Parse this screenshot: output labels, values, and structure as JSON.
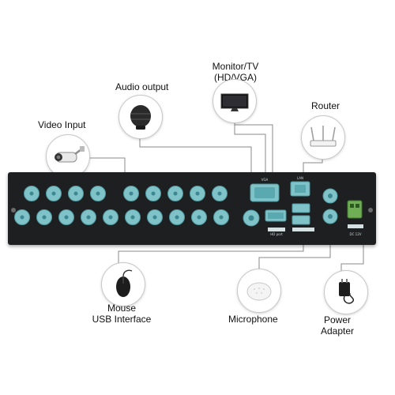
{
  "labels": {
    "video_input": "Video Input",
    "audio_output": "Audio output",
    "monitor_line1": "Monitor/TV",
    "monitor_line2": "(HD/VGA)",
    "router": "Router",
    "mouse_line1": "Mouse",
    "mouse_line2": "USB Interface",
    "microphone": "Microphone",
    "power_line1": "Power",
    "power_line2": "Adapter"
  },
  "panel_text": {
    "hd_port": "HD port",
    "lan": "LAN",
    "vga": "VGA",
    "dc": "DC 12V"
  },
  "icons": [
    "camera-icon",
    "speaker-icon",
    "monitor-icon",
    "router-icon",
    "mouse-icon",
    "microphone-icon",
    "power-adapter-icon"
  ],
  "colors": {
    "port_teal": "#7fc3c9",
    "panel": "#1e1f21",
    "wire": "#8a8a8a"
  }
}
